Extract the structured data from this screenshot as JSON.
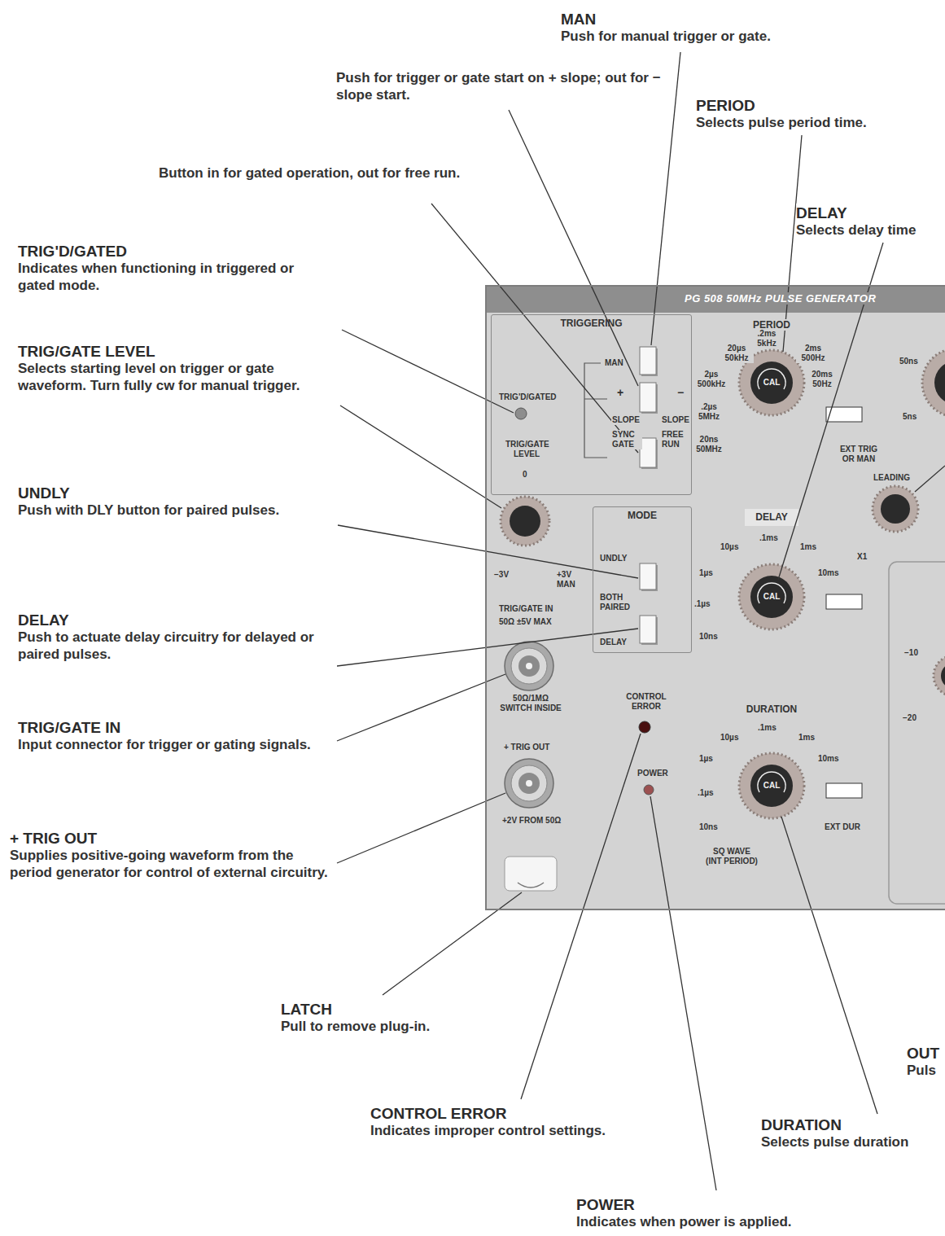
{
  "diagram": {
    "nodes": [
      {
        "text": [
          "PG 508 50MHz PULSE GENERATOR"
        ]
      },
      {
        "text": [
          "TRIGGERING"
        ],
        "in": 0
      },
      {
        "text": [
          "MODE"
        ],
        "in": 0
      }
    ],
    "labels": [
      "MAN",
      "Push for manual trigger or gate.",
      "Push for trigger or gate start on + slope; out for − slope start.",
      "PERIOD",
      "Selects pulse period time.",
      "Button in for gated operation, out for free run.",
      "DELAY",
      "Selects delay time",
      "TRIG'D/GATED",
      "Indicates when functioning in triggered or gated mode.",
      "TRIG/GATE LEVEL",
      "Selects starting level on trigger or gate waveform. Turn fully cw for manual trigger.",
      "UNDLY",
      "Push with DLY button for paired pulses.",
      "DELAY",
      "Push to actuate delay circuitry for delayed or paired pulses.",
      "TRIG/GATE IN",
      "Input connector for trigger or gating signals.",
      "+ TRIG OUT",
      "Supplies positive-going waveform from the period generator for control of external circuitry.",
      "LATCH",
      "Pull to remove plug-in.",
      "CONTROL ERROR",
      "Indicates improper control settings.",
      "DURATION",
      "Selects pulse duration",
      "POWER",
      "Indicates when power is applied.",
      "OUT",
      "Puls",
      "MAN",
      "+",
      "−",
      "SLOPE",
      "SLOPE",
      "SYNC GATE",
      "FREE RUN",
      "TRIG'D/GATED",
      "TRIG/GATE LEVEL",
      "0",
      "−3V",
      "+3V MAN",
      "TRIG/GATE IN",
      "50Ω ±5V MAX",
      "50Ω/1MΩ SWITCH INSIDE",
      "+ TRIG OUT",
      "+2V FROM 50Ω",
      "UNDLY",
      "BOTH PAIRED",
      "DELAY",
      "CONTROL ERROR",
      "POWER",
      "PERIOD",
      "20µs 50kHz",
      ".2ms 5kHz",
      "2ms 500Hz",
      "2µs 500kHz",
      "20ms 50Hz",
      ".2µs 5MHz",
      "20ns 50MHz",
      "CAL",
      "EXT TRIG OR MAN",
      "DELAY",
      "10µs",
      ".1ms",
      "1ms",
      "1µs",
      "10ms",
      ".1µs",
      "10ns",
      "CAL",
      "DURATION",
      "10µs",
      ".1ms",
      "1ms",
      "1µs",
      "10ms",
      ".1µs",
      "10ns",
      "CAL",
      "EXT DUR",
      "SQ WAVE (INT PERIOD)",
      "50ns",
      "5ns",
      "LEADING",
      "X1",
      "−10",
      "−20"
    ]
  }
}
